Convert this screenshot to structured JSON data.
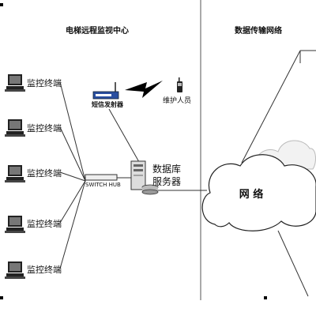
{
  "sections": {
    "left_title": "电梯远程监视中心",
    "right_title": "数据传输网络"
  },
  "terminals": [
    {
      "label": "监控终端"
    },
    {
      "label": "监控终端"
    },
    {
      "label": "监控终端"
    },
    {
      "label": "监控终端"
    },
    {
      "label": "监控终端"
    }
  ],
  "sms": {
    "label": "短信发射器"
  },
  "maintainer": {
    "label": "维护人员"
  },
  "hub": {
    "label": "SWITCH HUB"
  },
  "server": {
    "label_line1": "数据库",
    "label_line2": "服务器"
  },
  "network": {
    "label": "网 络"
  }
}
